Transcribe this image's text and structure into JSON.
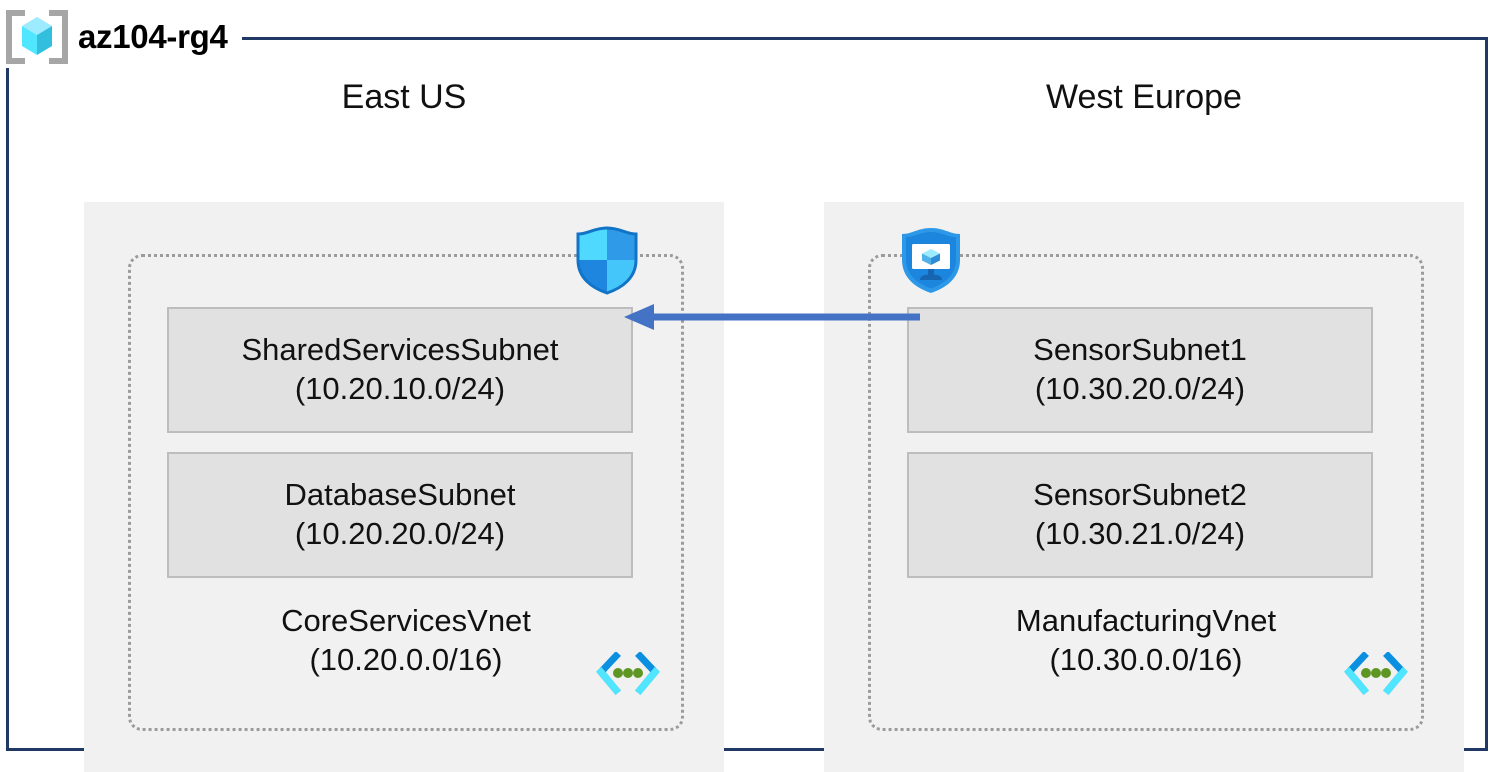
{
  "resource_group": {
    "title": "az104-rg4",
    "icon": "resource-group-cube-icon",
    "border_color": "#1F3864"
  },
  "colors": {
    "region_fill": "#f1f1f1",
    "subnet_fill": "#e1e1e1",
    "subnet_border": "#bdbdbd",
    "vnet_border": "#9b9b9b",
    "arrow": "#4472C4",
    "azure_blue": "#0078D4",
    "cube_cyan": "#50E6FF",
    "peer_green": "#5E9624"
  },
  "regions": [
    {
      "label": "East US",
      "vnet": {
        "name": "CoreServicesVnet",
        "cidr": "(10.20.0.0/16)",
        "peering_icon": "vnet-peering-icon",
        "subnets": [
          {
            "name": "SharedServicesSubnet",
            "cidr": "(10.20.10.0/24)",
            "badge_icon": "network-security-group-shield-icon"
          },
          {
            "name": "DatabaseSubnet",
            "cidr": "(10.20.20.0/24)",
            "badge_icon": null
          }
        ]
      }
    },
    {
      "label": "West Europe",
      "vnet": {
        "name": "ManufacturingVnet",
        "cidr": "(10.30.0.0/16)",
        "peering_icon": "vnet-peering-icon",
        "subnets": [
          {
            "name": "SensorSubnet1",
            "cidr": "(10.30.20.0/24)",
            "badge_icon": "application-security-group-shield-icon"
          },
          {
            "name": "SensorSubnet2",
            "cidr": "(10.30.21.0/24)",
            "badge_icon": null
          }
        ]
      }
    }
  ],
  "connector": {
    "icon": "left-arrow-connector",
    "direction": "right-to-left",
    "from": "SensorSubnet1",
    "to": "SharedServicesSubnet",
    "color": "#4472C4"
  }
}
